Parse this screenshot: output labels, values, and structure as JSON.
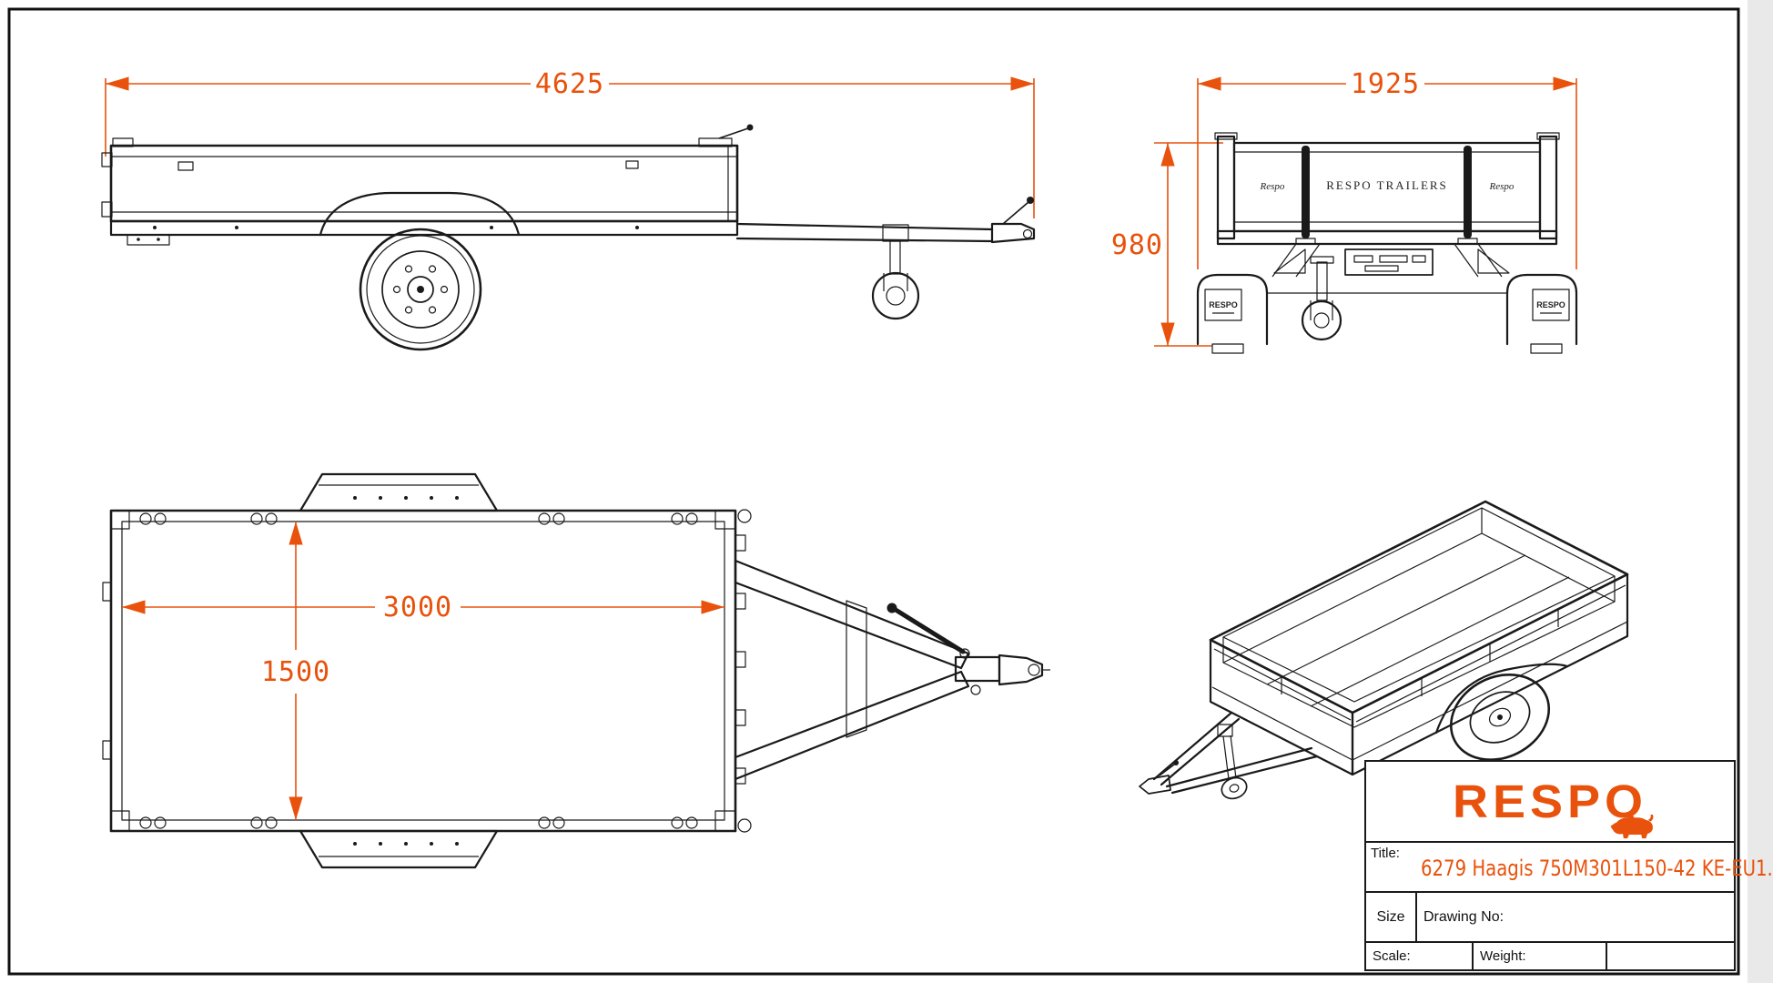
{
  "colors": {
    "accent": "#e8520c",
    "line": "#1a1a1a",
    "background": "#ffffff"
  },
  "dimensions": {
    "side_overall_length": "4625",
    "rear_overall_width": "1925",
    "rear_overall_height": "980",
    "top_bed_length": "3000",
    "top_bed_width": "1500"
  },
  "rear_view": {
    "tailgate_brand_text": "RESPO TRAILERS",
    "left_panel_brand": "Respo",
    "right_panel_brand": "Respo",
    "left_mudguard_badge": "RESPO",
    "right_mudguard_badge": "RESPO"
  },
  "title_block": {
    "brand": "RESPO",
    "title_label": "Title:",
    "title_value": "6279 Haagis 750M301L150-42 KE-EU1.",
    "size_label": "Size",
    "drawing_no_label": "Drawing No:",
    "scale_label": "Scale:",
    "weight_label": "Weight:"
  }
}
